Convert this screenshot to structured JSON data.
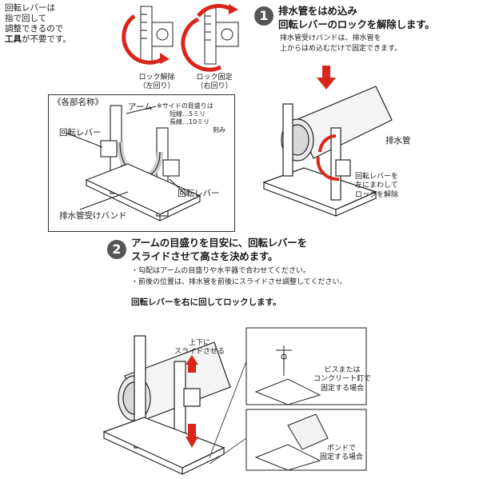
{
  "top_left_note": {
    "lines": [
      "回転レバーは",
      "指で回して",
      "調整できるので"
    ],
    "last_line_bold": "工具",
    "last_line_rest": "が不要です。"
  },
  "lock_release": {
    "title": "ロック解除",
    "sub": "（左回り）"
  },
  "lock_fix": {
    "title": "ロック固定",
    "sub": "（右回り）"
  },
  "step1": {
    "number": "1",
    "title_line1": "排水管をはめ込み",
    "title_line2": "回転レバーのロックを解除します。",
    "desc_line1": "排水管受けバンドは、排水管を",
    "desc_line2": "上からはめ込むだけで固定できます。",
    "pipe_label": "排水管",
    "lever_note_lines": [
      "回転レバーを",
      "左にまわして",
      "ロックを解除"
    ]
  },
  "parts_box": {
    "title": "《各部名称》",
    "arm_label": "アーム",
    "arm_note_line1": "※サイドの目盛りは",
    "arm_note_line2": "短線…5ミリ",
    "arm_note_line3": "長線…10ミリ",
    "arm_note_line4": "刻み",
    "lever_left": "回転レバー",
    "lever_right": "回転レバー",
    "band_label": "排水管受けバンド"
  },
  "step2": {
    "number": "2",
    "title_line1": "アームの目盛りを目安に、回転レバーを",
    "title_line2": "スライドさせて高さを決めます。",
    "bullet1": "・勾配はアームの目盛りや水平器で合わせてください。",
    "bullet2": "・前後の位置は、排水管を前後にスライドさせ調整してください。",
    "lock_note": "回転レバーを右に回してロックします。",
    "slide_label_line1": "上下に",
    "slide_label_line2": "スライドさせる"
  },
  "fix_screw": {
    "lines": [
      "ビスまたは",
      "コンクリート釘で",
      "固定する場合"
    ]
  },
  "fix_bond": {
    "lines": [
      "ボンドで",
      "固定する場合"
    ]
  },
  "colors": {
    "arrow_red": "#d9261c",
    "ink": "#1a1a1a",
    "circle": "#555555"
  }
}
